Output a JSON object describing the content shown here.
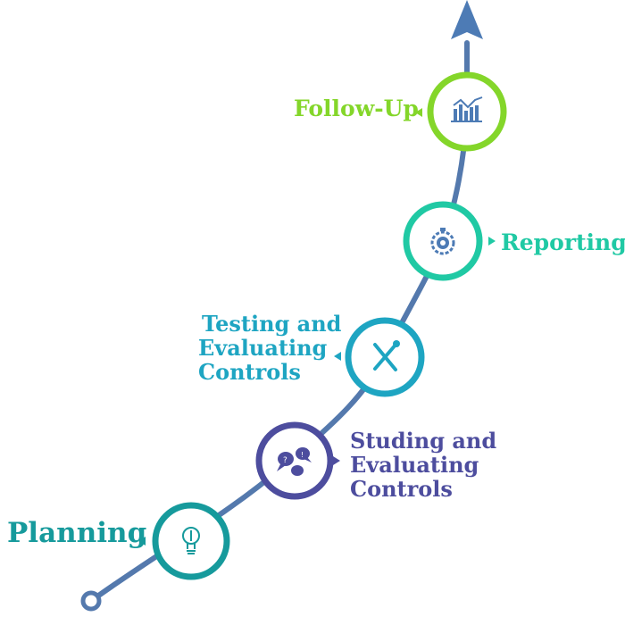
{
  "steps": [
    {
      "id": "planning",
      "label_lines": [
        "Planning"
      ],
      "color": "#169a9c",
      "icon": "lightbulb-icon"
    },
    {
      "id": "studing",
      "label_lines": [
        "Studing and",
        "Evaluating",
        "Controls"
      ],
      "color": "#4d4d9e",
      "icon": "chat-bubbles-icon"
    },
    {
      "id": "testing",
      "label_lines": [
        "Testing and",
        "Evaluating",
        "Controls"
      ],
      "color": "#1ea5c2",
      "icon": "tools-icon"
    },
    {
      "id": "reporting",
      "label_lines": [
        "Reporting"
      ],
      "color": "#20c9a4",
      "icon": "stopwatch-gear-icon"
    },
    {
      "id": "followup",
      "label_lines": [
        "Follow-Up"
      ],
      "color": "#84d62a",
      "icon": "bar-chart-icon"
    }
  ],
  "colors": {
    "path": "#5479ad",
    "arrow": "#4d7bb5"
  }
}
